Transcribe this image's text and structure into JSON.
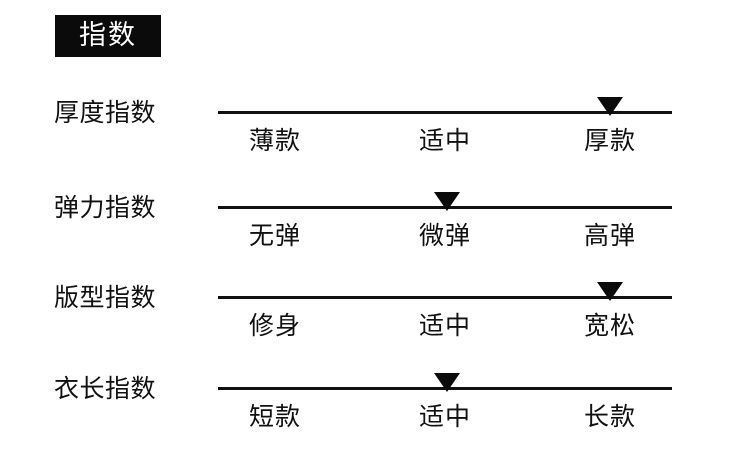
{
  "panel": {
    "badge_label": "指数"
  },
  "rows": [
    {
      "label": "厚度指数",
      "options": [
        "薄款",
        "适中",
        "厚款"
      ],
      "selected_index": 2,
      "selected_label": "厚款"
    },
    {
      "label": "弹力指数",
      "options": [
        "无弹",
        "微弹",
        "高弹"
      ],
      "selected_index": 1,
      "selected_label": "微弹"
    },
    {
      "label": "版型指数",
      "options": [
        "修身",
        "适中",
        "宽松"
      ],
      "selected_index": 2,
      "selected_label": "宽松"
    },
    {
      "label": "衣长指数",
      "options": [
        "短款",
        "适中",
        "长款"
      ],
      "selected_index": 1,
      "selected_label": "适中"
    }
  ],
  "colors": {
    "background": "#ffffff",
    "text": "#111111",
    "badge_background": "#0b0b0b",
    "badge_text": "#ffffff",
    "rule": "#111111",
    "marker": "#0b0b0b"
  },
  "chart_data": {
    "type": "table",
    "title": "指数",
    "categories": [
      "厚度指数",
      "弹力指数",
      "版型指数",
      "衣长指数"
    ],
    "scales": [
      {
        "name": "厚度指数",
        "ticks": [
          "薄款",
          "适中",
          "厚款"
        ],
        "value": 3
      },
      {
        "name": "弹力指数",
        "ticks": [
          "无弹",
          "微弹",
          "高弹"
        ],
        "value": 2
      },
      {
        "name": "版型指数",
        "ticks": [
          "修身",
          "适中",
          "宽松"
        ],
        "value": 3
      },
      {
        "name": "衣长指数",
        "ticks": [
          "短款",
          "适中",
          "长款"
        ],
        "value": 2
      }
    ],
    "xlabel": "",
    "ylabel": "",
    "ylim": [
      1,
      3
    ]
  }
}
